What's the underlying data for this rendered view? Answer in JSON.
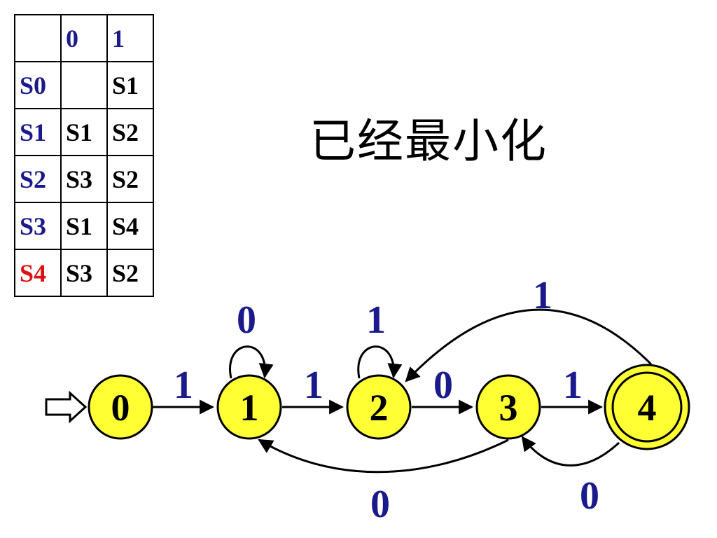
{
  "title": "已经最小化",
  "table": {
    "header": [
      "",
      "0",
      "1"
    ],
    "rows": [
      {
        "state": "S0",
        "on0": "",
        "on1": "S1",
        "final": false
      },
      {
        "state": "S1",
        "on0": "S1",
        "on1": "S2",
        "final": false
      },
      {
        "state": "S2",
        "on0": "S3",
        "on1": "S2",
        "final": false
      },
      {
        "state": "S3",
        "on0": "S1",
        "on1": "S4",
        "final": false
      },
      {
        "state": "S4",
        "on0": "S3",
        "on1": "S2",
        "final": true
      }
    ]
  },
  "diagram": {
    "states": [
      {
        "label": "0",
        "start": true,
        "accept": false
      },
      {
        "label": "1",
        "start": false,
        "accept": false
      },
      {
        "label": "2",
        "start": false,
        "accept": false
      },
      {
        "label": "3",
        "start": false,
        "accept": false
      },
      {
        "label": "4",
        "start": false,
        "accept": true
      }
    ],
    "edges": [
      {
        "from": "0",
        "to": "1",
        "label": "1"
      },
      {
        "from": "1",
        "to": "1",
        "label": "0"
      },
      {
        "from": "1",
        "to": "2",
        "label": "1"
      },
      {
        "from": "2",
        "to": "2",
        "label": "1"
      },
      {
        "from": "2",
        "to": "3",
        "label": "0"
      },
      {
        "from": "3",
        "to": "4",
        "label": "1"
      },
      {
        "from": "4",
        "to": "2",
        "label": "1"
      },
      {
        "from": "3",
        "to": "1",
        "label": "0"
      },
      {
        "from": "4",
        "to": "3",
        "label": "0"
      }
    ]
  },
  "colors": {
    "state_fill": "#ffff33",
    "edge_label": "#1a1a8c",
    "header": "#1a1a8c",
    "final_state": "#e01010"
  }
}
